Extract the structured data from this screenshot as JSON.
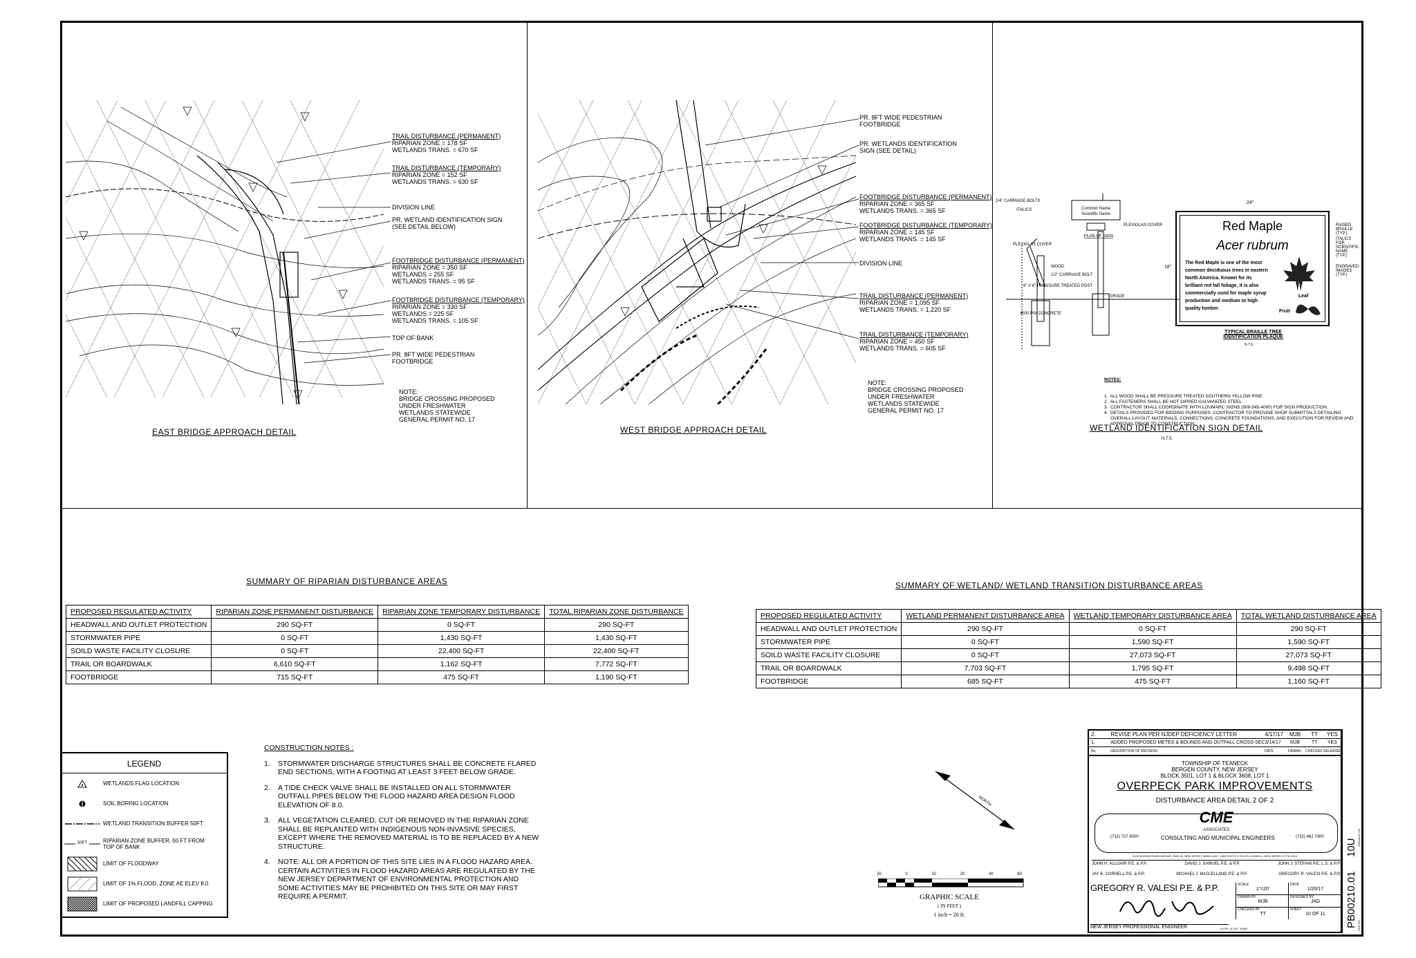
{
  "panels": {
    "east": {
      "title": "EAST BRIDGE APPROACH DETAIL",
      "callouts": [
        {
          "h": "TRAIL DISTURBANCE (PERMANENT)",
          "lines": [
            "RIPARIAN ZONE = 178 SF",
            "WETLANDS TRANS. = 670 SF"
          ]
        },
        {
          "h": "TRAIL DISTURBANCE (TEMPORARY)",
          "lines": [
            "RIPARIAN ZONE = 152 SF",
            "WETLANDS TRANS. = 630 SF"
          ]
        },
        {
          "h": "",
          "lines": [
            "DIVISION LINE"
          ]
        },
        {
          "h": "",
          "lines": [
            "PR. WETLAND IDENTIFICATION SIGN",
            "(SEE DETAIL BELOW)"
          ]
        },
        {
          "h": "FOOTBRIDGE DISTURBANCE (PERMANENT)",
          "lines": [
            "RIPARIAN ZONE = 350 SF",
            "WETLANDS = 255 SF",
            "WETLANDS TRANS. = 95 SF"
          ]
        },
        {
          "h": "FOOTBRIDGE DISTURBANCE (TEMPORARY)",
          "lines": [
            "RIPARIAN ZONE = 330 SF",
            "WETLANDS = 225 SF",
            "WETLANDS TRANS. = 105 SF"
          ]
        },
        {
          "h": "",
          "lines": [
            "TOP OF BANK"
          ]
        },
        {
          "h": "",
          "lines": [
            "PR. 8FT WIDE PEDESTRIAN",
            "FOOTBRIDGE"
          ]
        }
      ],
      "note": [
        "NOTE:",
        "BRIDGE CROSSING PROPOSED",
        "UNDER FRESHWATER",
        "WETLANDS STATEWIDE",
        "GENERAL PERMIT NO. 17"
      ]
    },
    "west": {
      "title": "WEST BRIDGE APPROACH DETAIL",
      "callouts": [
        {
          "h": "",
          "lines": [
            "PR. 8FT WIDE PEDESTRIAN",
            "FOOTBRIDGE"
          ]
        },
        {
          "h": "",
          "lines": [
            "PR. WETLANDS IDENTIFICATION",
            "SIGN (SEE DETAIL)"
          ]
        },
        {
          "h": "FOOTBRIDGE DISTURBANCE (PERMANENT)",
          "lines": [
            "RIPARIAN ZONE = 365 SF",
            "WETLANDS TRANS. = 365 SF"
          ]
        },
        {
          "h": "FOOTBRIDGE DISTURBANCE (TEMPORARY)",
          "lines": [
            "RIPARIAN ZONE = 145 SF",
            "WETLANDS TRANS. = 145 SF"
          ]
        },
        {
          "h": "",
          "lines": [
            "DIVISION LINE"
          ]
        },
        {
          "h": "TRAIL DISTURBANCE (PERMANENT)",
          "lines": [
            "RIPARIAN ZONE = 1,095 SF",
            "WETLANDS TRANS. = 1,220 SF"
          ]
        },
        {
          "h": "TRAIL DISTURBANCE (TEMPORARY)",
          "lines": [
            "RIPARIAN ZONE = 450 SF",
            "WETLANDS TRANS. = 605 SF"
          ]
        }
      ],
      "note": [
        "NOTE:",
        "BRIDGE CROSSING PROPOSED",
        "UNDER FRESHWATER",
        "WETLANDS STATEWIDE",
        "GENERAL PERMIT NO. 17"
      ]
    },
    "sign": {
      "title": "WETLAND IDENTIFICATION SIGN DETAIL",
      "scale": "N.T.S.",
      "plaque": {
        "common": "Red Maple",
        "latin": "Acer rubrum",
        "body": [
          "The Red Maple is one of the most",
          "common deciduous trees in eastern",
          "North America. Known for its",
          "brilliant red fall foliage, it is also",
          "commercially used for maple syrup",
          "production and medium to high",
          "quality lumber."
        ],
        "leaf": "Leaf",
        "fruit": "Fruit",
        "width": "24\"",
        "height": "18\""
      },
      "labels": [
        "1/4\" CARRIAGE BOLTS",
        "ITALICS",
        "PLEXIGLAS COVER",
        "PLAN OF SIGN",
        "PLEXIGLAS COVER",
        "WOOD",
        "1/2\" CARRIAGE BOLT",
        "6\" X 6\" PRESSURE TREATED POST",
        "GRADE",
        "4500 PSI CONCRETE",
        "RAISED BRAILLE (TYP.)",
        "ITALICS FOR SCIENTIFIC NAME (TYP.)",
        "ENGRAVED IMAGES (TYP.)",
        "TYPICAL BRAILLE TREE IDENTIFICATION PLAQUE",
        "N.T.S."
      ],
      "notes_head": "NOTES:",
      "notes": [
        "1.  ALL WOOD SHALL BE PRESSURE TREATED SOUTHERN YELLOW PINE.",
        "2.  ALL FASTENERS SHALL BE HOT DIPPED GALVANIZED STEEL.",
        "3.  CONTRACTOR SHALL COORDINATE WITH LOUMARC SIGNS (908-545-4000) FOR SIGN PRODUCTION.",
        "4.  DETAILS PROVIDED FOR BIDDING PURPOSES. CONTRACTOR TO PROVIDE SHOP SUBMITTALS DETAILING",
        "     OVERALL LAYOUT, MATERIALS, CONNECTIONS, CONCRETE FOUNDATIONS, AND EXECUTION FOR REVIEW AND",
        "     APPROVAL PRIOR TO CONSTRUCTION."
      ]
    }
  },
  "riparian_table": {
    "title": "SUMMARY OF RIPARIAN DISTURBANCE AREAS",
    "headers": [
      "PROPOSED REGULATED ACTIVITY",
      "RIPARIAN ZONE PERMANENT DISTURBANCE",
      "RIPARIAN ZONE TEMPORARY DISTURBANCE",
      "TOTAL RIPARIAN ZONE DISTURBANCE"
    ],
    "rows": [
      [
        "HEADWALL AND OUTLET PROTECTION",
        "290 SQ-FT",
        "0 SQ-FT",
        "290 SQ-FT"
      ],
      [
        "STORMWATER PIPE",
        "0 SQ-FT",
        "1,430 SQ-FT",
        "1,430 SQ-FT"
      ],
      [
        "SOILD WASTE FACILITY CLOSURE",
        "0 SQ-FT",
        "22,400 SQ-FT",
        "22,400 SQ-FT"
      ],
      [
        "TRAIL OR BOARDWALK",
        "6,610 SQ-FT",
        "1,162 SQ-FT",
        "7,772 SQ-FT"
      ],
      [
        "FOOTBRIDGE",
        "715 SQ-FT",
        "475 SQ-FT",
        "1,190 SQ-FT"
      ]
    ]
  },
  "wetland_table": {
    "title": "SUMMARY OF WETLAND/ WETLAND TRANSITION DISTURBANCE AREAS",
    "headers": [
      "PROPOSED REGULATED ACTIVITY",
      "WETLAND PERMANENT DISTURBANCE AREA",
      "WETLAND TEMPORARY DISTURBANCE AREA",
      "TOTAL WETLAND DISTURBANCE AREA"
    ],
    "rows": [
      [
        "HEADWALL AND OUTLET PROTECTION",
        "290 SQ-FT",
        "0 SQ-FT",
        "290 SQ-FT"
      ],
      [
        "STORMWATER PIPE",
        "0 SQ-FT",
        "1,590 SQ-FT",
        "1,590 SQ-FT"
      ],
      [
        "SOILD WASTE FACILITY CLOSURE",
        "0 SQ-FT",
        "27,073 SQ-FT",
        "27,073 SQ-FT"
      ],
      [
        "TRAIL OR BOARDWALK",
        "7,703 SQ-FT",
        "1,795 SQ-FT",
        "9,498 SQ-FT"
      ],
      [
        "FOOTBRIDGE",
        "685 SQ-FT",
        "475 SQ-FT",
        "1,160 SQ-FT"
      ]
    ]
  },
  "legend": {
    "title": "LEGEND",
    "items": [
      "WETLANDS FLAG LOCATION",
      "SOIL BORING LOCATION",
      "WETLAND TRANSITION BUFFER 50FT",
      "RIPARIAN ZONE BUFFER, 50 FT FROM TOP OF BANK",
      "LIMIT OF FLOODWAY",
      "LIMIT OF 1% FLOOD, ZONE AE ELEV 8.0",
      "LIMIT OF PROPOSED LANDFILL CAPPING"
    ],
    "buffer_tag": "50FT"
  },
  "construction_notes": {
    "title": "CONSTRUCTION NOTES :",
    "items": [
      {
        "k": "1.",
        "t": "STORMWATER DISCHARGE STRUCTURES SHALL BE CONCRETE FLARED END SECTIONS, WITH A FOOTING AT LEAST 3 FEET BELOW GRADE."
      },
      {
        "k": "2.",
        "t": "A TIDE CHECK VALVE SHALL BE INSTALLED ON ALL STORMWATER OUTFALL PIPES BELOW THE FLOOD HAZARD AREA DESIGN FLOOD ELEVATION OF 8.0."
      },
      {
        "k": "3.",
        "t": "ALL VEGETATION CLEARED, CUT OR REMOVED IN THE RIPARIAN ZONE SHALL BE REPLANTED WITH INDIGENOUS NON-INVASIVE SPECIES, EXCEPT WHERE THE REMOVED MATERIAL IS TO BE REPLACED BY A NEW STRUCTURE."
      },
      {
        "k": "4.",
        "t": "NOTE: ALL OR A PORTION OF THIS SITE LIES IN A FLOOD HAZARD AREA. CERTAIN ACTIVITIES IN FLOOD HAZARD AREAS ARE REGULATED BY THE NEW JERSEY DEPARTMENT OF ENVIRONMENTAL PROTECTION AND SOME ACTIVITIES MAY BE PROHIBITED ON THIS SITE OR MAY FIRST REQUIRE A PERMIT."
      }
    ]
  },
  "scale": {
    "title": "GRAPHIC SCALE",
    "unit": "( IN FEET )",
    "ratio": "1 inch = 20 ft.",
    "ticks": [
      "20",
      "0",
      "10",
      "20",
      "40",
      "80"
    ],
    "north": "NORTH"
  },
  "title_block": {
    "revisions": [
      {
        "no": "2.",
        "desc": "REVISE PLAN PER NJDEP DEFICIENCY LETTER",
        "date": "4/17/17",
        "drawn": "MJB",
        "checked": "TT",
        "released": "YES"
      },
      {
        "no": "1.",
        "desc": "ADDED PROPOSED METES & BOUNDS AND OUTFALL CROSS-SECTIONS",
        "date": "3/14/17",
        "drawn": "MJB",
        "checked": "TT",
        "released": "YES"
      }
    ],
    "rev_headers": [
      "No.",
      "DESCRIPTION OF REVISION",
      "DATE",
      "DRAWN",
      "CHECKED",
      "RELEASED"
    ],
    "township": "TOWNSHIP OF TEANECK",
    "county": "BERGEN COUNTY, NEW JERSEY",
    "block": "BLOCK 3501, LOT 1 & BLOCK 3608, LOT 1",
    "project": "OVERPECK PARK IMPROVEMENTS",
    "sheet_title": "DISTURBANCE AREA DETAIL 2 OF 2",
    "firm_logo": "CME",
    "firm_sub": "ASSOCIATES",
    "firm": "CONSULTING AND MUNICIPAL ENGINEERS",
    "phone_left": "(732) 727 8000",
    "phone_right": "(732) 462 7400",
    "address": "3141 BORDENTOWN AVENUE, PARLIN, NEW JERSEY 08859-1162 · 1460 ROUTE 9 SOUTH, HOWELL, NEW JERSEY 07731-1114",
    "engineers": [
      [
        "JOHN H. ALLGAIR P.E. & P.P.",
        "DAVID J. SAMUEL P.E. & P.P.",
        "JOHN J. STEFANI P.E. L.S. & P.P."
      ],
      [
        "JAY B. CORNELL P.E. & P.P.",
        "MICHAEL J. McCLELLAND P.E. & P.P.",
        "GREGORY R. VALESI P.E. & P.P."
      ]
    ],
    "signer": "GREGORY R. VALESI P.E. & P.P.",
    "signer_sub": "NEW JERSEY PROFESSIONAL ENGINEER",
    "license": "NJ PE LIC NO. 34489",
    "scale_label": "SCALE",
    "scale_val": "1\"=20'",
    "date_label": "DATE",
    "date_val": "1/20/17",
    "drawn_label": "DRAWN BY",
    "drawn_val": "MJB",
    "designed_label": "DESIGNED BY",
    "designed_val": "JAG",
    "checked_label": "CHECKED BY",
    "checked_val": "TT",
    "sheet_label": "SHEET",
    "sheet_val": "10 OF 11",
    "file_no": "PB00210.01",
    "dwg_no": "10U",
    "file_label": "FILE NO.",
    "dwg_label": "DRAWING NO."
  }
}
